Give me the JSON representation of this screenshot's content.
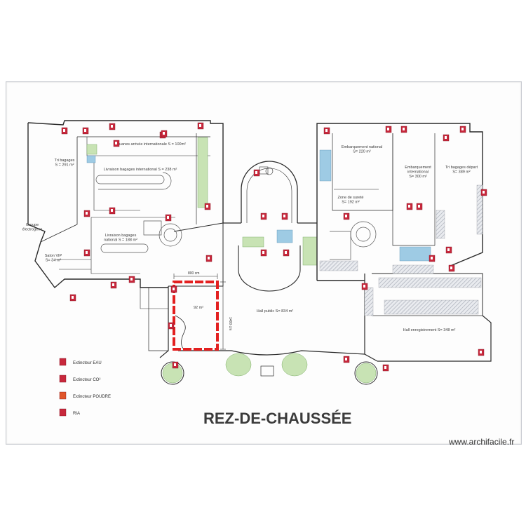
{
  "title": "REZ-DE-CHAUSSÉE",
  "watermark": "www.archifacile.fr",
  "rooms": [
    {
      "name": "tri-bagages-1",
      "lines": [
        "Tri bagages",
        "S = 291 m²"
      ]
    },
    {
      "name": "douanes",
      "lines": [
        "Douanes arrivée internationale S = 100m²"
      ]
    },
    {
      "name": "livraison-international",
      "lines": [
        "Livraison bagages international S = 238 m²"
      ]
    },
    {
      "name": "livraison-national",
      "lines": [
        "Livraison bagages",
        "national S = 188 m²"
      ]
    },
    {
      "name": "groupe-electrogene",
      "lines": [
        "Groupe",
        "électrogène"
      ]
    },
    {
      "name": "salon-vip",
      "lines": [
        "Salon VIP",
        "S= 34 m²"
      ]
    },
    {
      "name": "embarquement-national",
      "lines": [
        "Embarquement national",
        "S= 220 m²"
      ]
    },
    {
      "name": "embarquement-international",
      "lines": [
        "Embarquement",
        "international",
        "S= 300 m²"
      ]
    },
    {
      "name": "tri-bagages-depart",
      "lines": [
        "Tri bagages départ",
        "S= 389 m²"
      ]
    },
    {
      "name": "zone-surete",
      "lines": [
        "Zone de sureté",
        "S= 192 m²"
      ]
    },
    {
      "name": "hall-public",
      "lines": [
        "Hall public S= 834 m²"
      ]
    },
    {
      "name": "hall-enregistrement",
      "lines": [
        "Hall enregistrement S= 348 m²"
      ]
    },
    {
      "name": "zone-rouge",
      "lines": [
        "92 m²"
      ]
    }
  ],
  "dimensions": {
    "width": "800 cm",
    "height": "1400 cm"
  },
  "legend": [
    {
      "label": "Extincteur EAU",
      "color": "#c8283c"
    },
    {
      "label": "Extincteur CO²",
      "color": "#c8283c"
    },
    {
      "label": "Extincteur POUDRE",
      "color": "#e0552a"
    },
    {
      "label": "RIA",
      "color": "#c8283c"
    }
  ],
  "colors": {
    "wall": "#2a2a2a",
    "corridor": "#c8e3b4",
    "glass": "#9ecbe4",
    "hatch": "#b8bcc4",
    "marker": "#c8283c",
    "highlight": "#e32020"
  }
}
